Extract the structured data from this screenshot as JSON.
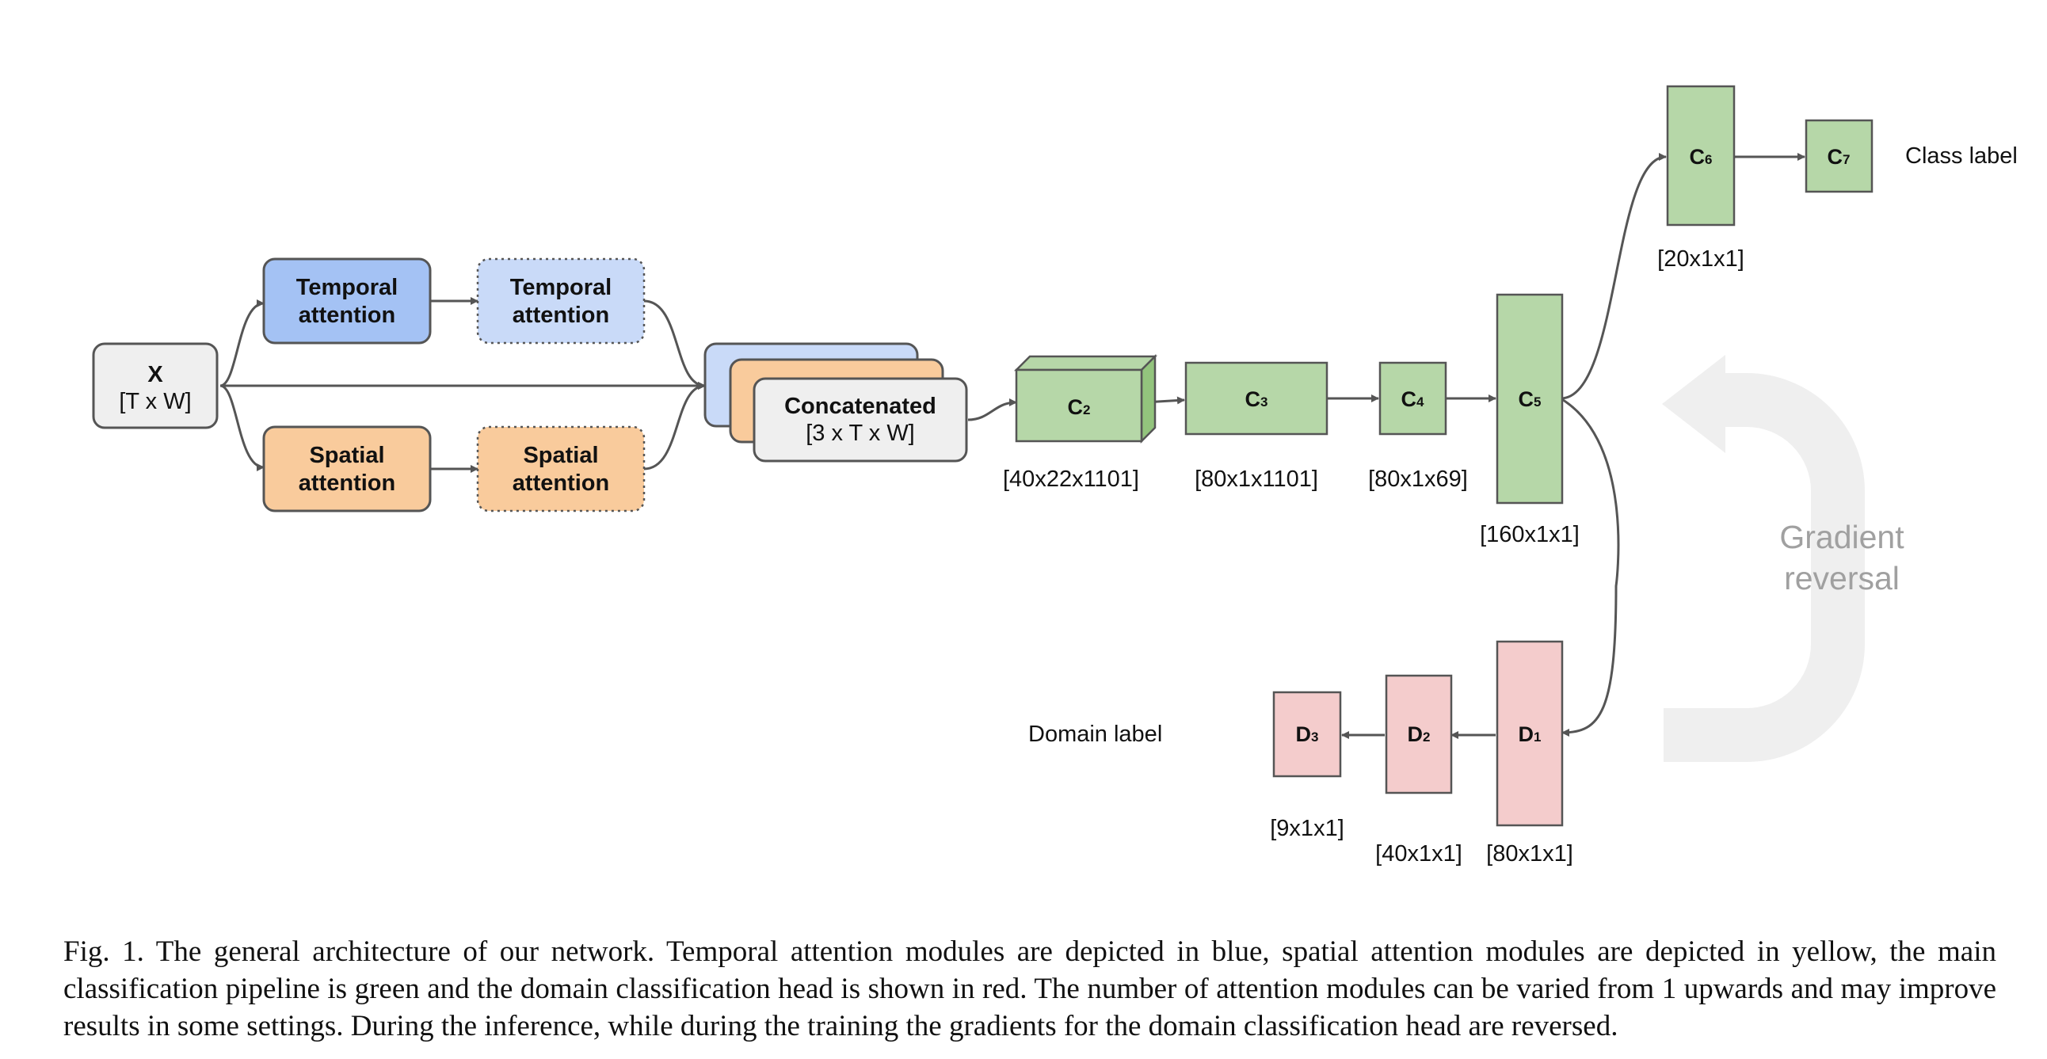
{
  "input": {
    "label": "X",
    "dims": "[T x W]"
  },
  "temporal_attention": {
    "line1": "Temporal",
    "line2": "attention"
  },
  "spatial_attention": {
    "line1": "Spatial",
    "line2": "attention"
  },
  "concat": {
    "label": "Concatenated",
    "dims": "[3 x T x W]"
  },
  "layers": {
    "c2": {
      "base": "C",
      "sub": "2",
      "dims": "[40x22x1101]"
    },
    "c3": {
      "base": "C",
      "sub": "3",
      "dims": "[80x1x1101]"
    },
    "c4": {
      "base": "C",
      "sub": "4",
      "dims": "[80x1x69]"
    },
    "c5": {
      "base": "C",
      "sub": "5",
      "dims": "[160x1x1]"
    },
    "c6": {
      "base": "C",
      "sub": "6",
      "dims": "[20x1x1]"
    },
    "c7": {
      "base": "C",
      "sub": "7"
    },
    "d1": {
      "base": "D",
      "sub": "1",
      "dims": "[80x1x1]"
    },
    "d2": {
      "base": "D",
      "sub": "2",
      "dims": "[40x1x1]"
    },
    "d3": {
      "base": "D",
      "sub": "3",
      "dims": "[9x1x1]"
    }
  },
  "outputs": {
    "class_label": "Class label",
    "domain_label": "Domain label"
  },
  "gradient_reversal": {
    "line1": "Gradient",
    "line2": "reversal"
  },
  "colors": {
    "temporal": "#a4c2f4",
    "temporal_light": "#c9daf8",
    "spatial": "#f9cb9c",
    "green": "#b6d7a8",
    "red": "#f4cccc",
    "gray_box": "#efefef",
    "arrow_bg": "#efefef"
  },
  "caption": "Fig. 1.  The general architecture of our network. Temporal attention modules are depicted in blue, spatial attention modules are depicted in yellow, the main classification pipeline is green and the domain classification head is shown in red. The number of attention modules can be varied from 1 upwards and may improve results in some settings. During the inference, while during the training the gradients for the domain classification head are reversed."
}
